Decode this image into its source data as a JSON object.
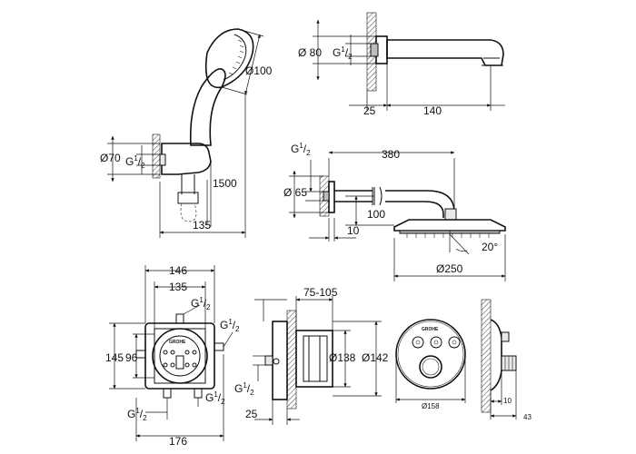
{
  "hand_shower": {
    "dia_head": "Ø100",
    "dia_holder": "Ø70",
    "thread": {
      "base": "G",
      "num": "1",
      "den": "2"
    },
    "hose_length": "1500",
    "projection": "135"
  },
  "bath_spout": {
    "dia": "Ø 80",
    "thread": {
      "base": "G",
      "num": "1",
      "den": "2"
    },
    "wall_offset": "25",
    "length": "140"
  },
  "head_shower": {
    "thread": {
      "base": "G",
      "num": "1",
      "den": "2"
    },
    "dia_rosette": "Ø 65",
    "arm_length": "380",
    "arm_drop": "100",
    "wall_offset": "10",
    "angle": "20°",
    "dia_head": "Ø250"
  },
  "concealed_body": {
    "width_outer": "146",
    "width_inner": "135",
    "height_outer": "145",
    "height_inner": "96",
    "width_bottom": "176",
    "thread_top": {
      "base": "G",
      "num": "1",
      "den": "2"
    },
    "thread_right": {
      "base": "G",
      "num": "1",
      "den": "2"
    },
    "thread_bottom_left": {
      "base": "G",
      "num": "1",
      "den": "2"
    },
    "thread_bottom_right": {
      "base": "G",
      "num": "1",
      "den": "2"
    },
    "brand": "GROHE"
  },
  "body_side": {
    "depth_range": "75-105",
    "dia_inner": "Ø138",
    "dia_outer": "Ø142",
    "thread": {
      "base": "G",
      "num": "1",
      "den": "2"
    },
    "offset": "25"
  },
  "trim_plate": {
    "dia": "Ø158",
    "brand": "GROHE"
  },
  "trim_side": {
    "depth_a": "10",
    "depth_b": "43"
  }
}
